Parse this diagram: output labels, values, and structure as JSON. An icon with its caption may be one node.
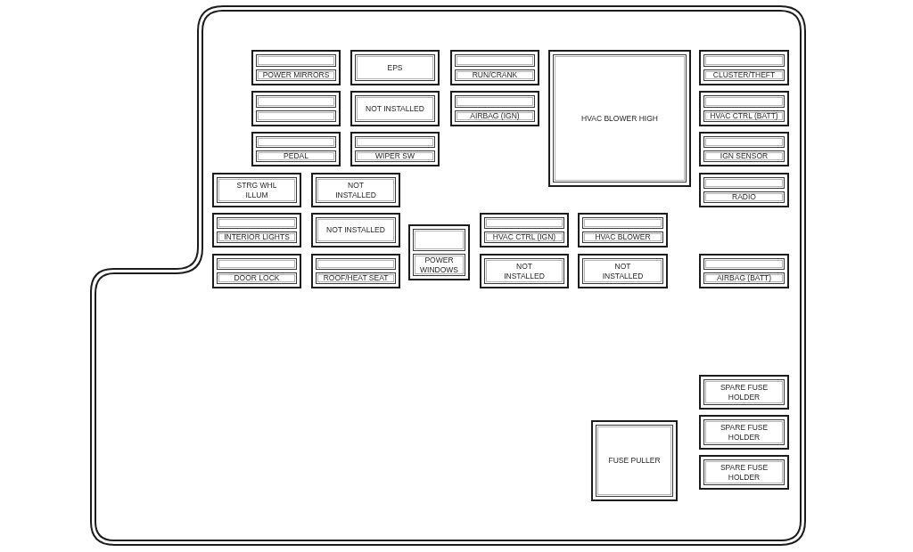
{
  "diagram": {
    "nodes": [
      {
        "text": [
          "POWER MIRRORS"
        ]
      },
      {
        "text": [
          "EPS"
        ]
      },
      {
        "text": [
          "RUN/CRANK"
        ]
      },
      {
        "text": [
          "HVAC BLOWER HIGH"
        ]
      },
      {
        "text": [
          "CLUSTER/THEFT"
        ]
      },
      {
        "text": [],
        "shape": "box"
      },
      {
        "text": [
          "NOT INSTALLED"
        ]
      },
      {
        "text": [
          "AIRBAG (IGN)"
        ]
      },
      {
        "text": [
          "HVAC CTRL (BATT)"
        ]
      },
      {
        "text": [
          "PEDAL"
        ]
      },
      {
        "text": [
          "WIPER SW"
        ]
      },
      {
        "text": [
          "IGN SENSOR"
        ]
      },
      {
        "text": [
          "STRG WHL ILLUM"
        ]
      },
      {
        "text": [
          "NOT INSTALLED"
        ]
      },
      {
        "text": [
          "RADIO"
        ]
      },
      {
        "text": [
          "INTERIOR LIGHTS"
        ]
      },
      {
        "text": [
          "NOT INSTALLED"
        ]
      },
      {
        "text": [
          "POWER WINDOWS"
        ]
      },
      {
        "text": [
          "HVAC CTRL (IGN)"
        ]
      },
      {
        "text": [
          "HVAC BLOWER"
        ]
      },
      {
        "text": [
          "DOOR LOCK"
        ]
      },
      {
        "text": [
          "ROOF/HEAT SEAT"
        ]
      },
      {
        "text": [
          "NOT INSTALLED"
        ]
      },
      {
        "text": [
          "NOT INSTALLED"
        ]
      },
      {
        "text": [
          "AIRBAG (BATT)"
        ]
      },
      {
        "text": [
          "SPARE FUSE HOLDER"
        ]
      },
      {
        "text": [
          "SPARE FUSE HOLDER"
        ]
      },
      {
        "text": [
          "FUSE PULLER"
        ]
      },
      {
        "text": [
          "SPARE FUSE HOLDER"
        ]
      }
    ]
  }
}
